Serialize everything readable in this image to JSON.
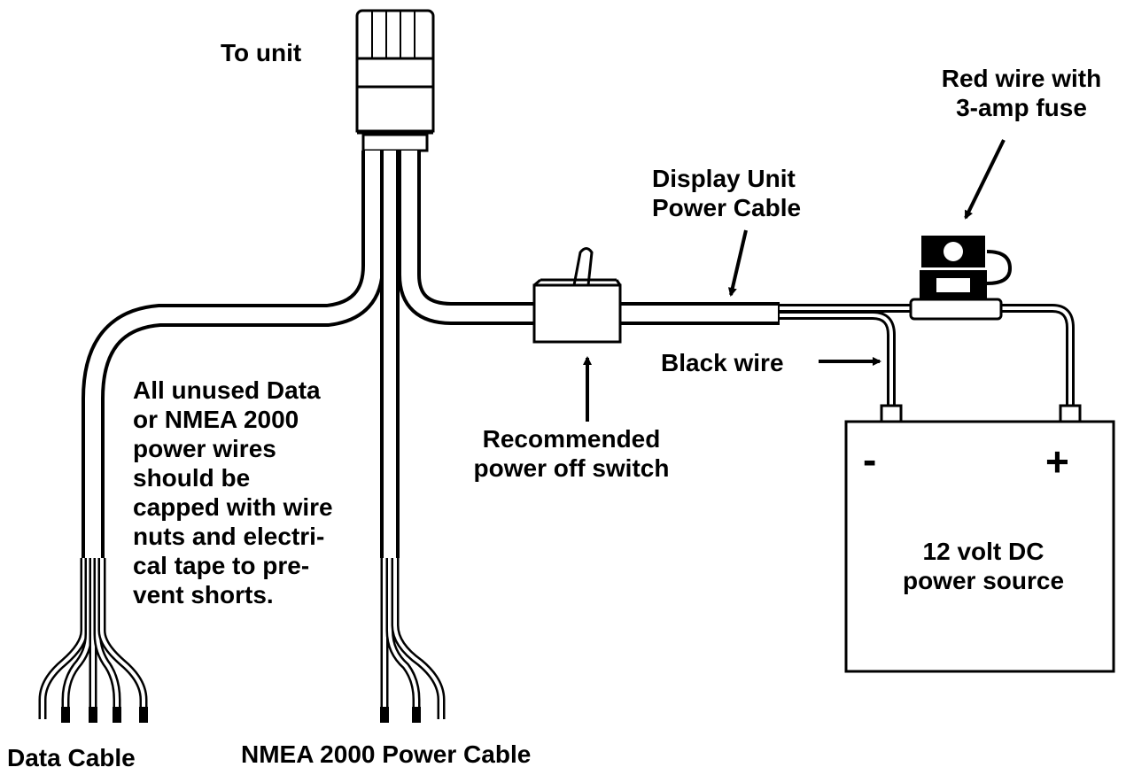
{
  "labels": {
    "to_unit": "To unit",
    "red_wire_line1": "Red wire with",
    "red_wire_line2": "3-amp fuse",
    "display_cable_line1": "Display Unit",
    "display_cable_line2": "Power Cable",
    "black_wire": "Black wire",
    "recommended_line1": "Recommended",
    "recommended_line2": "power off switch",
    "note_lines": [
      "All unused Data",
      "or NMEA 2000",
      "power wires",
      "should be",
      "capped with wire",
      "nuts and electri-",
      "cal tape to pre-",
      "vent shorts."
    ],
    "battery_line1": "12 volt DC",
    "battery_line2": "power source",
    "negative_terminal": "-",
    "positive_terminal": "+",
    "data_cable": "Data Cable",
    "nmea_cable": "NMEA 2000 Power Cable"
  }
}
